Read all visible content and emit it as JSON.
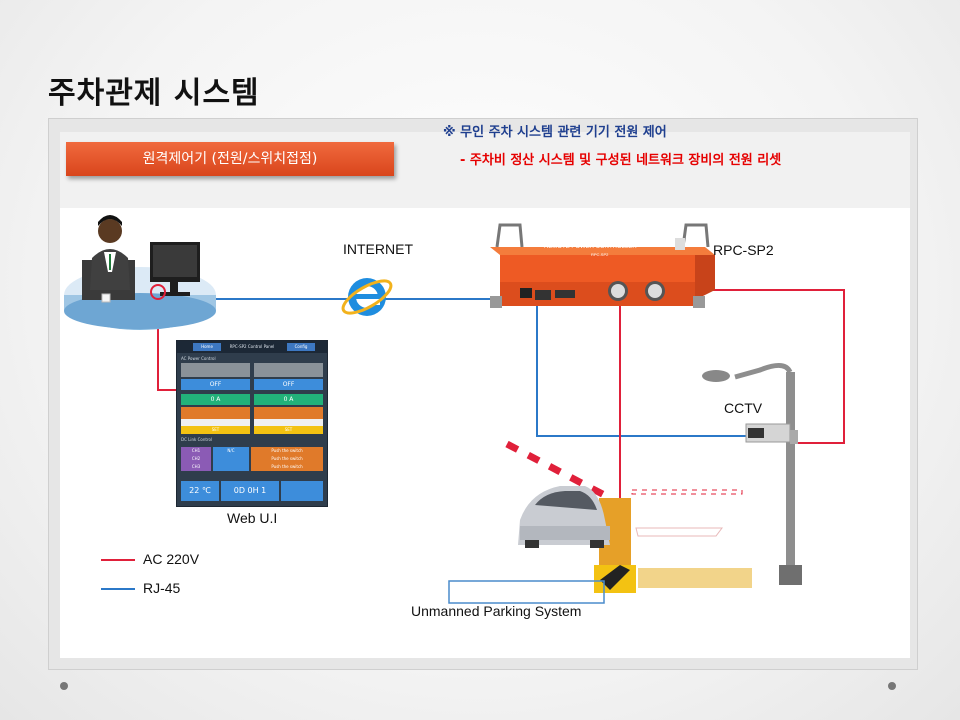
{
  "slide": {
    "title": "주차관제 시스템",
    "badge": "원격제어기 (전원/스위치접점)",
    "note_line1": "※ 무인 주차 시스템 관련 기기 전원 제어",
    "note_line2": "- 주차비 정산 시스템 및 구성된 네트워크 장비의 전원 리셋"
  },
  "nodes": {
    "internet": "INTERNET",
    "rpc": "RPC-SP2",
    "rpc_face_title": "REMOTE POWER CONTROLLER",
    "rpc_face_model": "RPC-SP2",
    "cctv": "CCTV",
    "webui": "Web U.I",
    "parking": "Unmanned Parking System"
  },
  "legend": [
    {
      "label": "AC 220V",
      "color": "#e0203a"
    },
    {
      "label": "RJ-45",
      "color": "#2b78c8"
    }
  ],
  "webui_panel": {
    "header": "RPC-SP2 Control Panel",
    "home": "Home",
    "config": "Config",
    "ac_title": "AC Power Control",
    "off1": "OFF",
    "off2": "OFF",
    "amp1": "0 A",
    "amp2": "0 A",
    "set1": "SET",
    "set2": "SET",
    "dc_title": "DC Link Control",
    "ch": [
      "CH1",
      "CH2",
      "CH3"
    ],
    "nc": "N/C",
    "push": "Push the switch",
    "temp": "22 ℃",
    "time": "0D 0H 1"
  },
  "colors": {
    "ac": "#e0203a",
    "rj45": "#2b78c8",
    "badge": "#e2532a"
  }
}
